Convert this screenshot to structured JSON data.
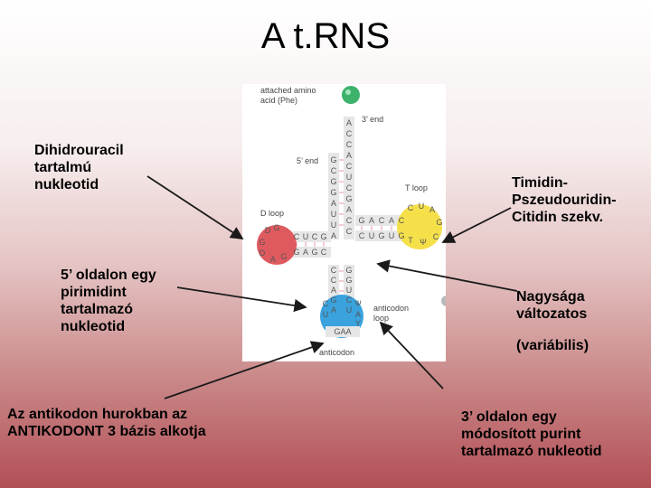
{
  "title": "A t.RNS",
  "labels": {
    "dihydrouracil": [
      "Dihidrouracil",
      "tartalmú",
      "nukleotid"
    ],
    "pyrimidine5": [
      "5’ oldalon egy",
      "pirimidint",
      "tartalmazó",
      "nukleotid"
    ],
    "anticodon": [
      "Az antikodon hurokban az",
      "ANTIKODONT 3 bázis alkotja"
    ],
    "tpsic": [
      "Timidin-",
      "Pszeudouridin-",
      "Citidin szekv."
    ],
    "variable": [
      "Nagysága",
      "változatos"
    ],
    "variable_note": "(variábilis)",
    "purine3": [
      "3’ oldalon egy",
      "módosított purint",
      "tartalmazó nukleotid"
    ]
  },
  "figure": {
    "attached_amino": [
      "attached amino",
      "acid (Phe)"
    ],
    "end3": "3’ end",
    "end5": "5’ end",
    "t_loop": "T loop",
    "d_loop": "D loop",
    "anticodon_loop": [
      "anticodon",
      "loop"
    ],
    "anticodon_caption": "anticodon",
    "acceptor_3": [
      "A",
      "C",
      "C",
      "A",
      "C",
      "U",
      "C",
      "G",
      "A",
      "C",
      "C"
    ],
    "acceptor_5": [
      "G",
      "C",
      "G",
      "G",
      "A",
      "U",
      "U",
      "A"
    ],
    "d_stem_top": [
      "C",
      "U",
      "C",
      "G"
    ],
    "d_stem_bottom": [
      "G",
      "A",
      "G",
      "C"
    ],
    "t_stem_top": [
      "G",
      "A",
      "C",
      "A",
      "C"
    ],
    "t_stem_bottom": [
      "C",
      "U",
      "G",
      "U",
      "G"
    ],
    "t_loop_bases": [
      "C",
      "U",
      "A",
      "G",
      "C",
      "Ψ",
      "T"
    ],
    "d_loop_bases": [
      "D",
      "G",
      "G",
      "D",
      "A",
      "G"
    ],
    "ac_stem_left": [
      "C",
      "C",
      "A",
      "G",
      "A"
    ],
    "ac_stem_right": [
      "G",
      "G",
      "U",
      "C",
      "U"
    ],
    "ac_loop_bases": [
      "C",
      "U",
      "Ψ",
      "A",
      "Y"
    ],
    "anticodon_bases": "GAA"
  }
}
